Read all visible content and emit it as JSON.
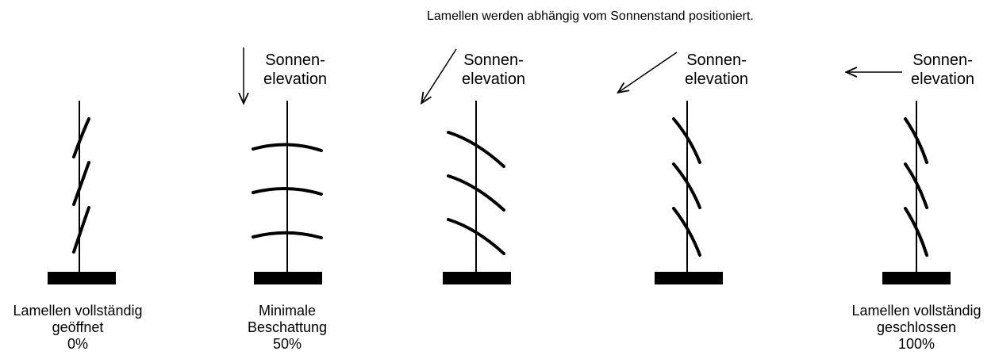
{
  "top_note": "Lamellen werden abhängig vom Sonnenstand positioniert.",
  "sun_label": "Sonnen-\nelevation",
  "sun_label_lines": [
    "Sonnen-",
    "elevation"
  ],
  "captions": {
    "first": [
      "Lamellen vollständig",
      "geöffnet",
      "0%"
    ],
    "second": [
      "Minimale",
      "Beschattung",
      "50%"
    ],
    "last": [
      "Lamellen vollständig",
      "geschlossen",
      "100%"
    ]
  },
  "colors": {
    "ink": "#000000",
    "background": "#ffffff"
  }
}
